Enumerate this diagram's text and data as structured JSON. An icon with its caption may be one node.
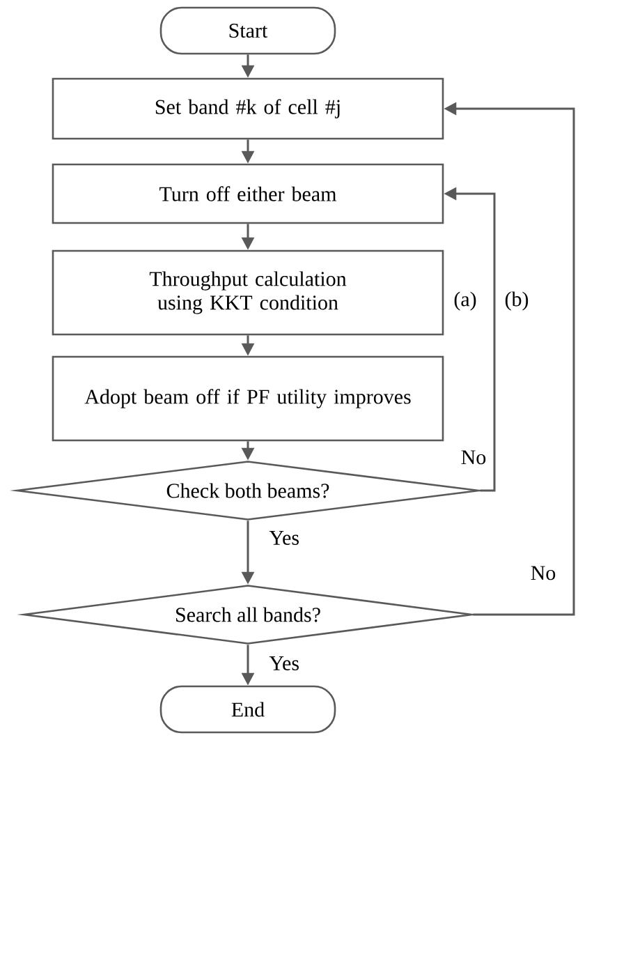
{
  "diagram": {
    "nodes": [
      {
        "text": [
          "Start"
        ]
      },
      {
        "text": [
          "Set band #k of cell #j"
        ]
      },
      {
        "text": [
          "Turn off either beam"
        ]
      },
      {
        "text": [
          "Throughput calculation using KKT condition"
        ]
      },
      {
        "text": [
          "Adopt beam off if PF utility improves"
        ]
      },
      {
        "text": [
          "Check both beams?"
        ]
      },
      {
        "text": [
          "Search all bands?"
        ]
      },
      {
        "text": [
          "End"
        ]
      }
    ],
    "edges": [
      {
        "from": 0,
        "to": 1,
        "arrow": "to"
      },
      {
        "from": 1,
        "to": 2,
        "arrow": "to"
      },
      {
        "from": 2,
        "to": 3,
        "arrow": "to"
      },
      {
        "from": 3,
        "to": 4,
        "arrow": "to"
      },
      {
        "from": 4,
        "to": 5,
        "arrow": "to"
      },
      {
        "from": 5,
        "to": 2,
        "arrow": "to",
        "label": "No"
      },
      {
        "from": 5,
        "to": 6,
        "arrow": "to",
        "label": "Yes"
      },
      {
        "from": 6,
        "to": 1,
        "arrow": "to",
        "label": "No"
      },
      {
        "from": 6,
        "to": 7,
        "arrow": "to",
        "label": "Yes"
      }
    ],
    "labels": [
      "(a)",
      "(b)"
    ]
  }
}
